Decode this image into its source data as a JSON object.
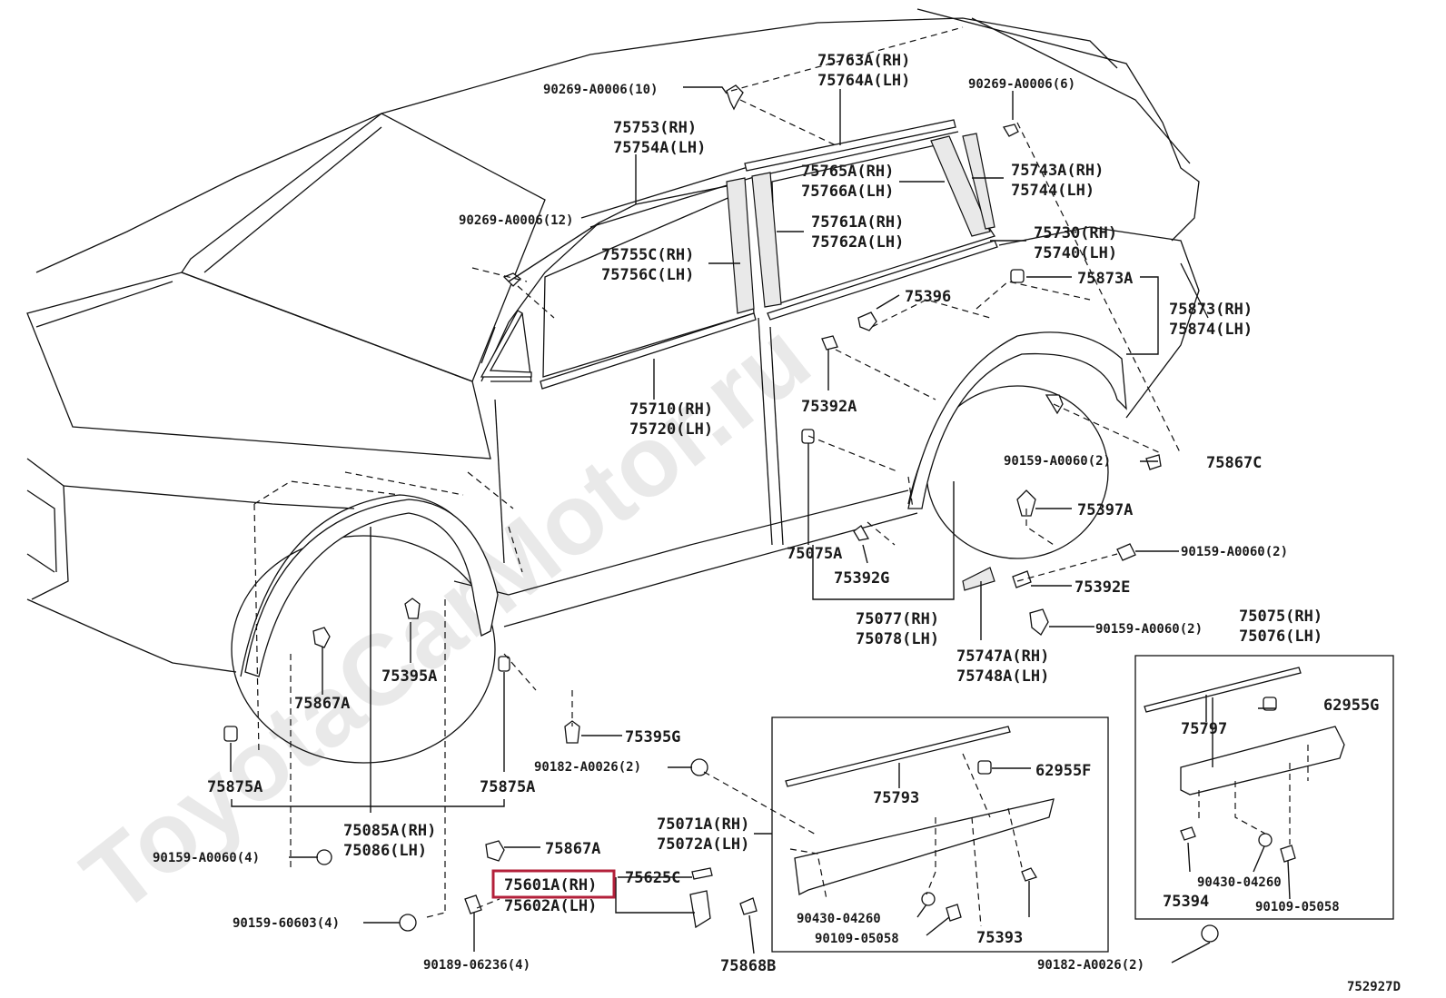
{
  "diagram_code": "752927D",
  "watermark": "ToyotaCarMotor.ru",
  "highlight_color": "#b3203a",
  "labels": {
    "l_90269_10": "90269-A0006(10)",
    "l_75763": "75763A(RH)",
    "l_75764": "75764A(LH)",
    "l_90269_6": "90269-A0006(6)",
    "l_75753": "75753(RH)",
    "l_75754": "75754A(LH)",
    "l_75765": "75765A(RH)",
    "l_75766": "75766A(LH)",
    "l_75743": "75743A(RH)",
    "l_75744": "75744(LH)",
    "l_90269_12": "90269-A0006(12)",
    "l_75761": "75761A(RH)",
    "l_75762": "75762A(LH)",
    "l_75730": "75730(RH)",
    "l_75740": "75740(LH)",
    "l_75755": "75755C(RH)",
    "l_75756": "75756C(LH)",
    "l_75873a": "75873A",
    "l_75873": "75873(RH)",
    "l_75874": "75874(LH)",
    "l_75396": "75396",
    "l_75710": "75710(RH)",
    "l_75720": "75720(LH)",
    "l_75392a": "75392A",
    "l_90159_2a": "90159-A0060(2)",
    "l_75867c": "75867C",
    "l_75397a": "75397A",
    "l_75075a": "75075A",
    "l_90159_2b": "90159-A0060(2)",
    "l_75392g": "75392G",
    "l_75392e": "75392E",
    "l_75077": "75077(RH)",
    "l_75078": "75078(LH)",
    "l_90159_2c": "90159-A0060(2)",
    "l_75075r": "75075(RH)",
    "l_75076": "75076(LH)",
    "l_75747": "75747A(RH)",
    "l_75748": "75748A(LH)",
    "l_75395a": "75395A",
    "l_75867a1": "75867A",
    "l_62955g": "62955G",
    "l_75797": "75797",
    "l_75395g": "75395G",
    "l_90182_a": "90182-A0026(2)",
    "l_62955f": "62955F",
    "l_75875a1": "75875A",
    "l_75875a2": "75875A",
    "l_75793": "75793",
    "l_75085": "75085A(RH)",
    "l_75086": "75086(LH)",
    "l_75071": "75071A(RH)",
    "l_75072": "75072A(LH)",
    "l_90159_4": "90159-A0060(4)",
    "l_75867a2": "75867A",
    "l_90430_r": "90430-04260",
    "l_75601": "75601A(RH)",
    "l_75625": "75625C",
    "l_75602": "75602A(LH)",
    "l_90109_r": "90109-05058",
    "l_75394": "75394",
    "l_90159_60603": "90159-60603(4)",
    "l_90430_m": "90430-04260",
    "l_90109_m": "90109-05058",
    "l_75393": "75393",
    "l_90189": "90189-06236(4)",
    "l_75868b": "75868B",
    "l_90182_b": "90182-A0026(2)"
  }
}
